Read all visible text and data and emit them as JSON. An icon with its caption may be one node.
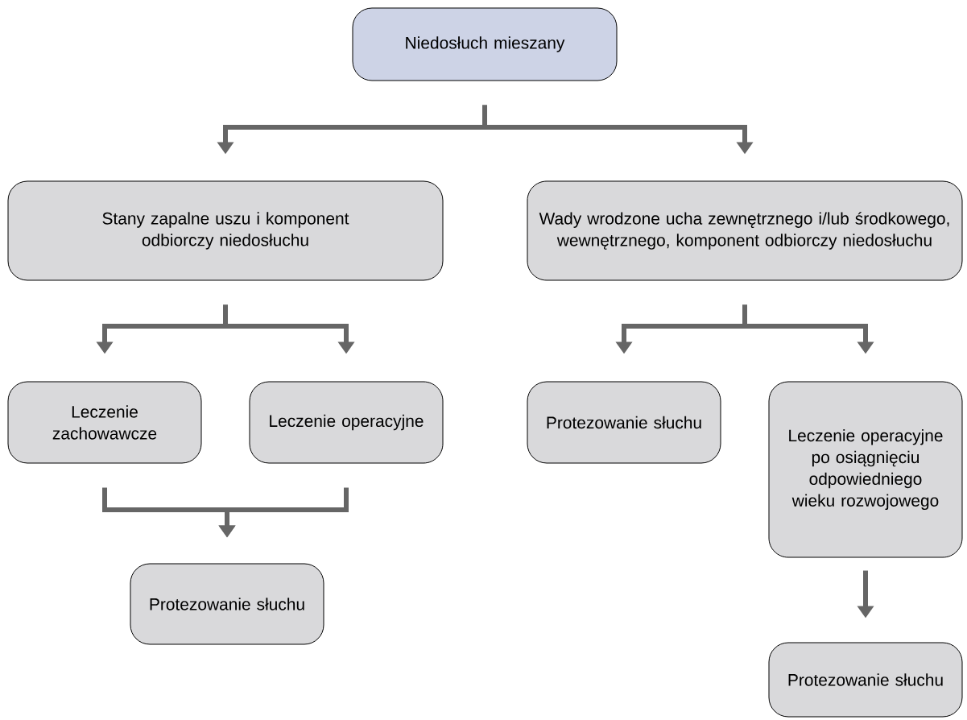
{
  "diagram": {
    "nodes": [
      {
        "text": [
          "Niedosłuch mieszany"
        ]
      },
      {
        "text": [
          "Stany zapalne uszu i komponent odbiorczy niedosłuchu"
        ]
      },
      {
        "text": [
          "Wady wrodzone ucha zewnętrznego i/lub środkowego, wewnętrznego, komponent odbiorczy niedosłuchu"
        ]
      },
      {
        "text": [
          "Leczenie zachowawcze"
        ]
      },
      {
        "text": [
          "Leczenie operacyjne"
        ]
      },
      {
        "text": [
          "Protezowanie słuchu"
        ]
      },
      {
        "text": [
          "Protezowanie słuchu"
        ]
      },
      {
        "text": [
          "Leczenie operacyjne po osiągnięciu odpowiedniego wieku rozwojowego"
        ]
      },
      {
        "text": [
          "Protezowanie słuchu"
        ]
      }
    ],
    "edges": [
      {
        "from": 0,
        "to": 1,
        "arrow": "to"
      },
      {
        "from": 0,
        "to": 2,
        "arrow": "to"
      },
      {
        "from": 1,
        "to": 3,
        "arrow": "to"
      },
      {
        "from": 1,
        "to": 4,
        "arrow": "to"
      },
      {
        "from": 3,
        "to": 5,
        "arrow": "to"
      },
      {
        "from": 4,
        "to": 5,
        "arrow": "to"
      },
      {
        "from": 2,
        "to": 6,
        "arrow": "to"
      },
      {
        "from": 2,
        "to": 7,
        "arrow": "to"
      },
      {
        "from": 7,
        "to": 8,
        "arrow": "to"
      }
    ]
  }
}
